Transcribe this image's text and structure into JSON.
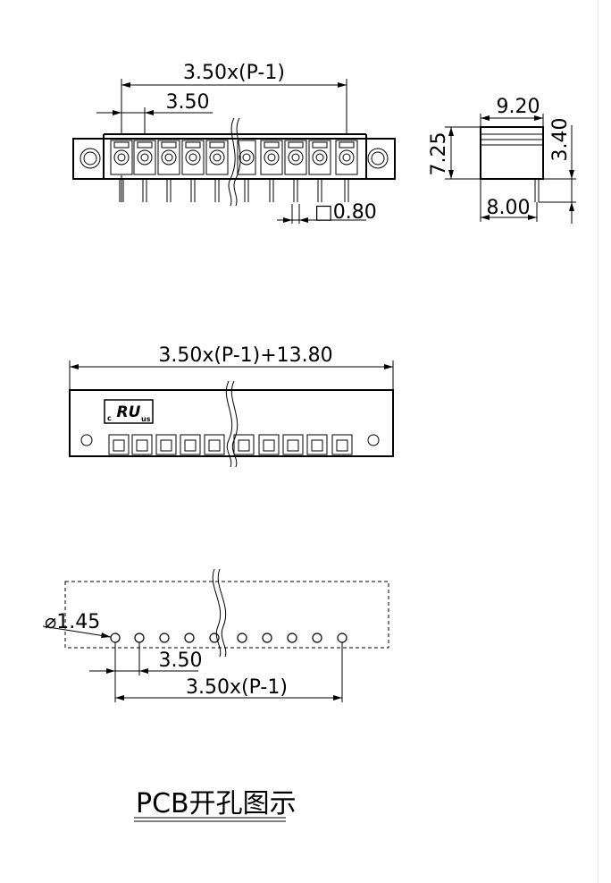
{
  "pitch": 3.5,
  "pin_count_shown": 10,
  "labels": {
    "top_pitch_total": "3.50x(P-1)",
    "top_pitch": "3.50",
    "pin_size": "□0.80",
    "side_width": "9.20",
    "side_height": "7.25",
    "side_top": "3.40",
    "side_depth": "8.00",
    "front_length": "3.50x(P-1)+13.80",
    "ul_mark": "RU",
    "ul_c": "c",
    "ul_us": "us",
    "hole_diameter": "⌀1.45",
    "pcb_pitch": "3.50",
    "pcb_pitch_total": "3.50x(P-1)",
    "section_title": "PCB开孔图示"
  }
}
